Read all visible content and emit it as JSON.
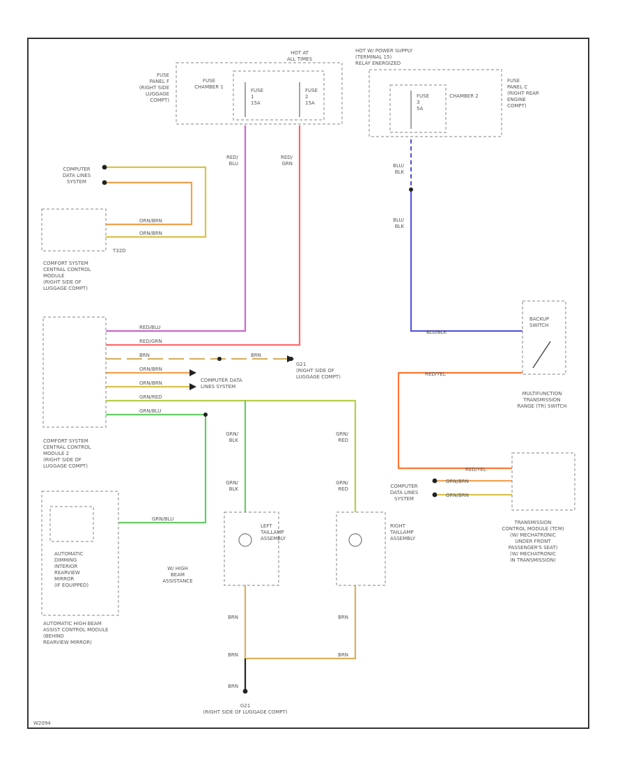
{
  "colors": {
    "red_blu": "#cc66cc",
    "red_grn": "#ff6666",
    "blu_blk": "#5555dd",
    "orn_brn": "#f0a050",
    "org_grn": "#d8c24a",
    "brn": "#d8b060",
    "grn_blk": "#66cc66",
    "grn_red": "#b8cc44",
    "red_yel": "#ff7733",
    "black": "#222222"
  },
  "labels": {
    "hot_at_all_times": [
      "HOT AT",
      "ALL TIMES"
    ],
    "hot_power_supply": [
      "HOT W/ POWER SUPPLY",
      "(TERMINAL 15)",
      "RELAY ENERGIZED"
    ],
    "fuse_panel_f": [
      "FUSE",
      "PANEL F",
      "(RIGHT SIDE",
      "LUGGAGE",
      "COMPT)"
    ],
    "fuse_chamber_1": [
      "FUSE",
      "CHAMBER 1"
    ],
    "fuse_1": [
      "FUSE",
      "1",
      "15A"
    ],
    "fuse_2": [
      "FUSE",
      "2",
      "15A"
    ],
    "fuse_3": [
      "FUSE",
      "3",
      "5A"
    ],
    "fuse_chamber_2": "CHAMBER 2",
    "fuse_panel_c": [
      "FUSE",
      "PANEL C",
      "(RIGHT REAR",
      "ENGINE",
      "COMPT)"
    ],
    "computer_data_lines_1": [
      "COMPUTER",
      "DATA LINES",
      "SYSTEM"
    ],
    "comfort_module_1": [
      "COMFORT SYSTEM",
      "CENTRAL CONTROL",
      "MODULE",
      "(RIGHT SIDE OF",
      "LUGGAGE COMPT)"
    ],
    "comfort_module_2": [
      "COMFORT SYSTEM",
      "CENTRAL CONTROL",
      "MODULE 2",
      "(RIGHT SIDE OF",
      "LUGGAGE COMPT)"
    ],
    "computer_data_lines_2": [
      "COMPUTER DATA",
      "LINES SYSTEM"
    ],
    "g21_upper": [
      "G21",
      "(RIGHT SIDE OF",
      "LUGGAGE COMPT)"
    ],
    "backup_switch": [
      "BACKUP",
      "SWITCH"
    ],
    "multifunction_switch": [
      "MULTIFUNCTION",
      "TRANSMISSION",
      "RANGE (TR) SWITCH"
    ],
    "computer_data_lines_3": [
      "COMPUTER",
      "DATA LINES",
      "SYSTEM"
    ],
    "transmission_module": [
      "TRANSMISSION",
      "CONTROL MODULE (TCM)",
      "(W/ MECHATRONIC",
      "UNDER FRONT",
      "PASSENGER'S SEAT)",
      "(W/ MECHATRONIC",
      "IN TRANSMISSION)"
    ],
    "mirror": [
      "AUTOMATIC",
      "DIMMING",
      "INTERIOR",
      "REARVIEW",
      "MIRROR",
      "(IF EQUIPPED)"
    ],
    "high_beam": [
      "W/ HIGH",
      "BEAM",
      "ASSISTANCE"
    ],
    "high_beam_module": [
      "AUTOMATIC HIGH BEAM",
      "ASSIST CONTROL MODULE",
      "(BEHIND",
      "REARVIEW MIRROR)"
    ],
    "left_taillamp": [
      "LEFT",
      "TAILLAMP",
      "ASSEMBLY"
    ],
    "right_taillamp": [
      "RIGHT",
      "TAILLAMP",
      "ASSEMBLY"
    ],
    "g21_lower": [
      "G21",
      "(RIGHT SIDE OF LUGGAGE COMPT)"
    ],
    "wire_red_blu": [
      "RED/",
      "BLU"
    ],
    "wire_red_grn": [
      "RED/",
      "GRN"
    ],
    "wire_blu_blk": [
      "BLU/",
      "BLK"
    ],
    "wire_grn_blk": [
      "GRN/",
      "BLK"
    ],
    "wire_grn_red": [
      "GRN/",
      "RED"
    ],
    "brn": "BRN",
    "orn_brn": "ORN/BRN",
    "red_blu_h": "RED/BLU",
    "red_grn_h": "RED/GRN",
    "grn_red_h": "GRN/RED",
    "grn_blu_h": "GRN/BLU",
    "blu_blk_h": "BLU/BLK",
    "red_yel_h": "RED/YEL",
    "t32d": "T32D",
    "footer": "W2094"
  }
}
